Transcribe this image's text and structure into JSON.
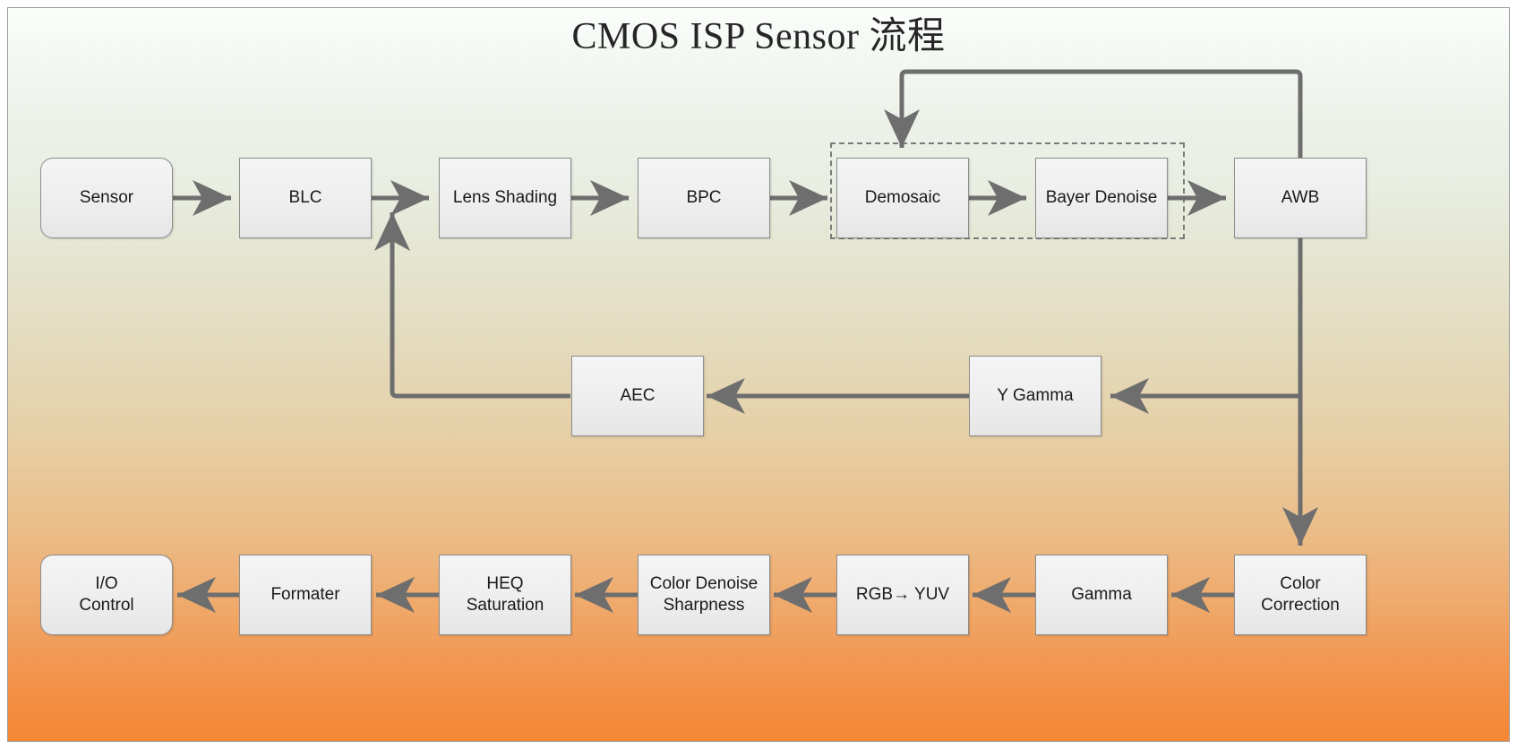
{
  "title": "CMOS ISP Sensor 流程",
  "theme": {
    "bg_top": "#fbfdfb",
    "bg_mid": "#e4dfc6",
    "bg_bottom": "#f48734",
    "node_fill": "#efefef",
    "node_border": "#8d8d8d",
    "connector": "#6e6e6e",
    "frame_border": "#9a9a9a",
    "title_color": "#262626"
  },
  "nodes": {
    "sensor": {
      "label": "Sensor"
    },
    "blc": {
      "label": "BLC"
    },
    "lens_shading": {
      "label": "Lens Shading"
    },
    "bpc": {
      "label": "BPC"
    },
    "demosaic": {
      "label": "Demosaic"
    },
    "bayer_denoise": {
      "label": "Bayer Denoise"
    },
    "awb": {
      "label": "AWB"
    },
    "aec": {
      "label": "AEC"
    },
    "y_gamma": {
      "label": "Y Gamma"
    },
    "io_control": {
      "label_line1": "I/O",
      "label_line2": "Control"
    },
    "formater": {
      "label": "Formater"
    },
    "heq": {
      "label_line1": "HEQ",
      "label_line2": "Saturation"
    },
    "color_denoise": {
      "label_line1": "Color Denoise",
      "label_line2": "Sharpness"
    },
    "rgb_yuv": {
      "label": "RGB→ YUV"
    },
    "gamma": {
      "label": "Gamma"
    },
    "color_correction": {
      "label": "Color Correction"
    }
  }
}
